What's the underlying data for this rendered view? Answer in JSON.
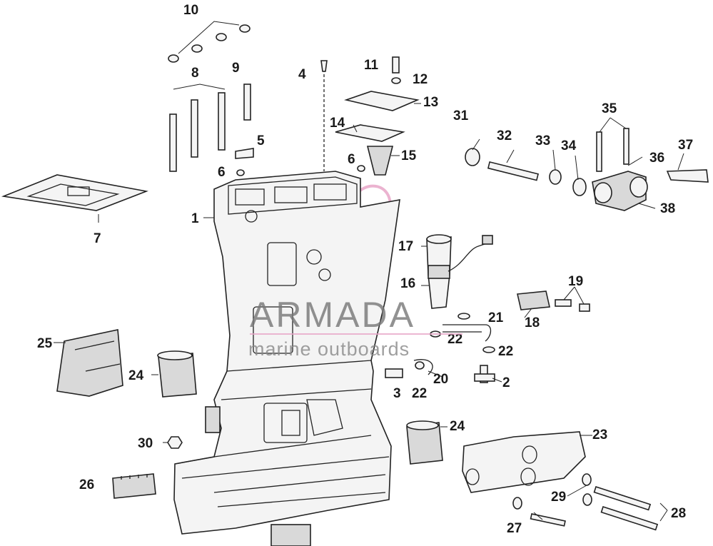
{
  "callouts": [
    "10",
    "8",
    "9",
    "4",
    "11",
    "12",
    "13",
    "14",
    "5",
    "6",
    "6",
    "15",
    "31",
    "32",
    "33",
    "34",
    "35",
    "36",
    "37",
    "38",
    "7",
    "1",
    "17",
    "16",
    "19",
    "18",
    "21",
    "22",
    "22",
    "25",
    "24",
    "3",
    "22",
    "20",
    "2",
    "24",
    "23",
    "30",
    "26",
    "29",
    "28",
    "27"
  ],
  "watermark": {
    "brand": "ARMADA",
    "tagline": "marine outboards",
    "colors": {
      "logo": "#e8a6c8",
      "text": "#777777",
      "rule": "#e8a6c8"
    }
  }
}
